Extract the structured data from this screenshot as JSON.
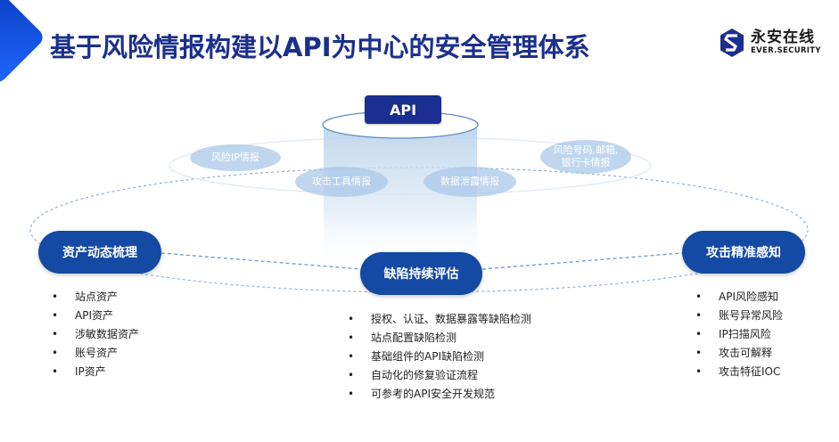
{
  "header": {
    "title": "基于风险情报构建以API为中心的安全管理体系"
  },
  "logo": {
    "name_cn": "永安在线",
    "name_en": "EVER.SECURITY",
    "icon": "ever-security-logo-icon"
  },
  "colors": {
    "title": "#1b2f8c",
    "pill": "#1449a4",
    "api_box": "#1a2f8f",
    "intel_bubble": "#aac8e8",
    "accent_gradient_start": "#0a3fc2",
    "accent_gradient_end": "#1f66ff"
  },
  "center": {
    "api_label": "API",
    "intel_sources": [
      {
        "label": "风险IP情报"
      },
      {
        "label": "攻击工具情报"
      },
      {
        "label": "数据泄露情报"
      },
      {
        "label": "风险号码,邮箱,银行卡情报"
      }
    ]
  },
  "pillars": [
    {
      "label": "资产动态梳理",
      "items": [
        "站点资产",
        "API资产",
        "涉敏数据资产",
        "账号资产",
        "IP资产"
      ]
    },
    {
      "label": "缺陷持续评估",
      "items": [
        "授权、认证、数据暴露等缺陷检测",
        "站点配置缺陷检测",
        "基础组件的API缺陷检测",
        "自动化的修复验证流程",
        "可参考的API安全开发规范"
      ]
    },
    {
      "label": "攻击精准感知",
      "items": [
        "API风险感知",
        "账号异常风险",
        "IP扫描风险",
        "攻击可解释",
        "攻击特征IOC"
      ]
    }
  ]
}
